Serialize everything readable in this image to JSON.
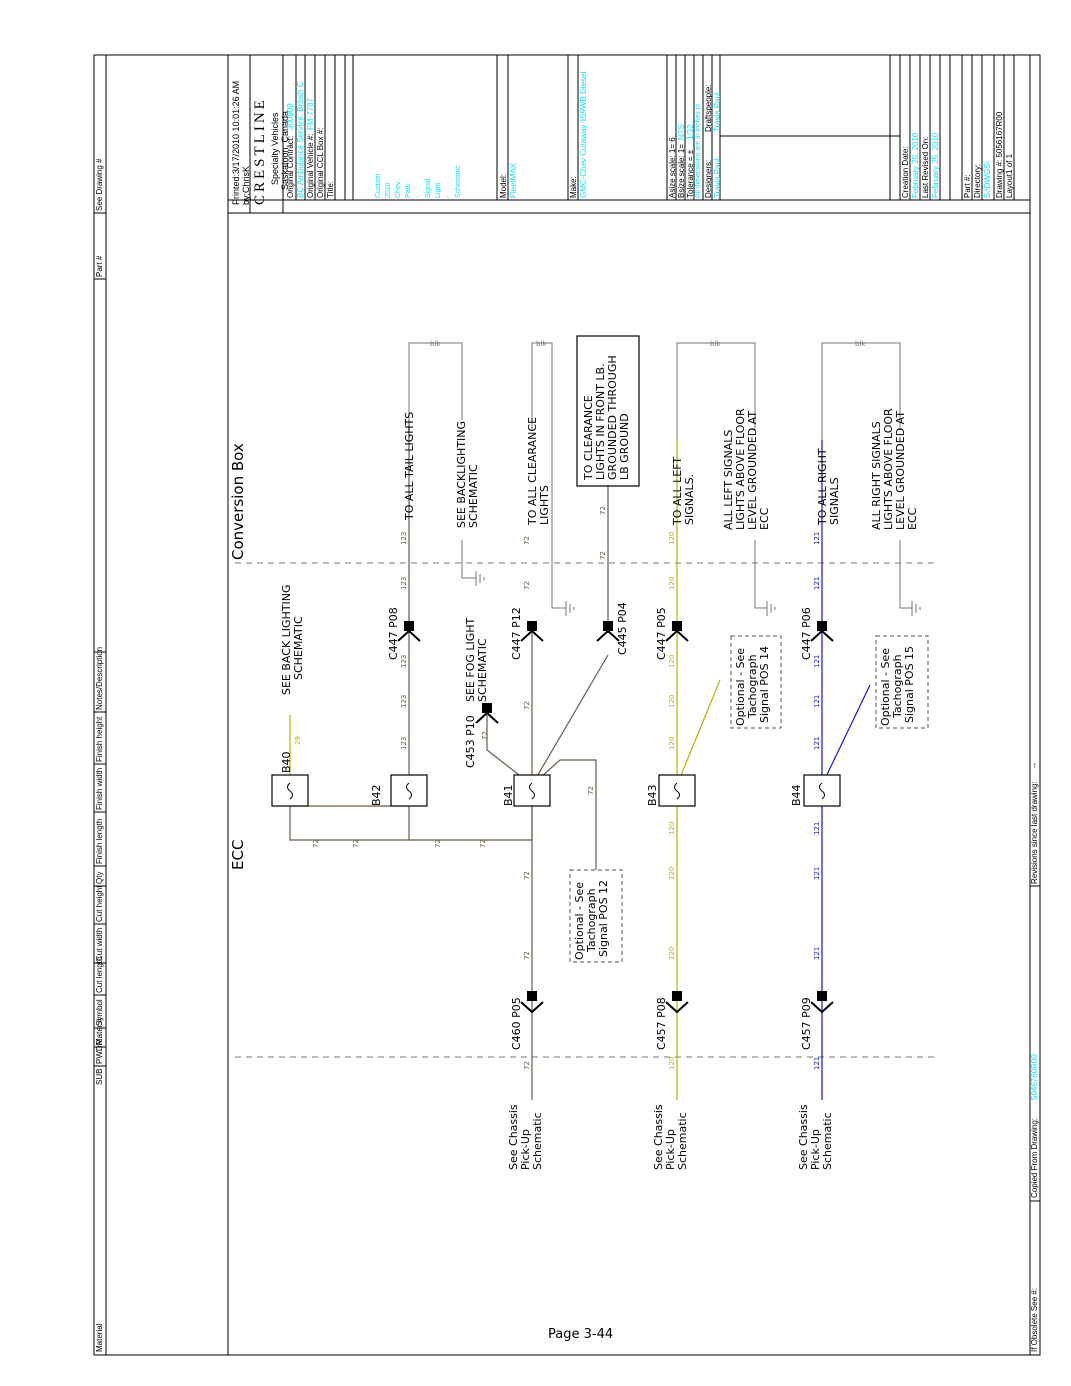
{
  "header": {
    "material": "Material",
    "sub": "SUB",
    "pwdr": "PWDR",
    "mater": "Mater.#",
    "symbol": "Symbol",
    "cut_length": "Cut length",
    "cut_width": "Cut width",
    "cut_height": "Cut height",
    "qty": "Qty",
    "finish_length": "Finish length",
    "finish_width": "Finish width",
    "finish_height": "Finish height",
    "notes": "Notes/Description",
    "part": "Part #",
    "see_drawing": "See Drawing #"
  },
  "footer": {
    "obsolete": "If Obsolete See #:",
    "copied_from": "Copied From Drawing:",
    "copied_value": "5046760R00",
    "revisions": "Revisions since last drawing:",
    "revisions_value": "--",
    "page": "Page 3-44"
  },
  "title_block": {
    "printed": "Printed:3/17/2010 10:01:26 AM",
    "by": "by:ChrisK",
    "logo": "CRESTLINE",
    "company_line1": "Specialty Vehicles",
    "company_line2": "Saskatoon, Canada",
    "original_contract_label": "Original Contract:",
    "original_contract_value": "300909",
    "contract_client": "BC Ambulance Service, British C",
    "original_vehicle_label": "Original Vehicle #:",
    "original_vehicle_value": "FM-7787",
    "original_ccl_label": "Original CCL Box #:",
    "title_label": "Title:",
    "title_lines": [
      "Custom",
      "2010",
      "Chev",
      "Park",
      "-",
      "Signal",
      "Light",
      "-",
      "Schematic"
    ],
    "model_label": "Model:",
    "model_value": "FleetMAX",
    "make_label": "Make:",
    "make_value": "GMC-Chev Cutaway 159WB Diesel",
    "asize_label": "Asize scale: 1= 6",
    "bsize_label": "Bsize scale: 1=",
    "bsize_value": "NTS",
    "tolerance_label": "Tolerance = ±",
    "tolerance_value": "1/32",
    "all_dims": "All dimensions are in inches to",
    "designers_label": "Designers:",
    "designers_value": "Travis Paul",
    "draftspeople_label": "Draftspeople:",
    "draftspeople_value": "Travis Paul",
    "creation_date_label": "Creation Date:",
    "creation_date_value": "February 25, 2010",
    "last_revised_label": "Last Revised On:",
    "last_revised_value": "February 25, 2010",
    "part_label": "Part #:",
    "directory_label": "Directory:",
    "directory_value": "S:\\DWGS\\",
    "drawing_label": "Drawing #: 5056167R00",
    "layout_label": "Layout1 of 1"
  },
  "schematic": {
    "section_ecc": "ECC",
    "section_conversion": "Conversion Box",
    "fuses": [
      {
        "id": "B40"
      },
      {
        "id": "B42"
      },
      {
        "id": "B41"
      },
      {
        "id": "B43"
      },
      {
        "id": "B44"
      }
    ],
    "connectors": [
      {
        "id": "c447-p08",
        "label": "C447 P08"
      },
      {
        "id": "c453-p10",
        "label": "C453 P10"
      },
      {
        "id": "c447-p12",
        "label": "C447 P12"
      },
      {
        "id": "c445-p04",
        "label": "C445 P04"
      },
      {
        "id": "c447-p05",
        "label": "C447 P05"
      },
      {
        "id": "c447-p06",
        "label": "C447 P06"
      },
      {
        "id": "c460-p05",
        "label": "C460 P05"
      },
      {
        "id": "c457-p08",
        "label": "C457 P08"
      },
      {
        "id": "c457-p09",
        "label": "C457 P09"
      }
    ],
    "notes": {
      "see_back_lighting": [
        "SEE BACK LIGHTING",
        "SCHEMATIC"
      ],
      "see_fog_light": [
        "SEE FOG LIGHT",
        "SCHEMATIC"
      ],
      "tail_lights": "TO ALL TAIL LIGHTS",
      "see_backlighting": [
        "SEE BACKLIGHTING",
        "SCHEMATIC"
      ],
      "clearance_lights": [
        "TO ALL CLEARANCE",
        "LIGHTS"
      ],
      "clearance_box": [
        "TO CLEARANCE",
        "LIGHTS IN FRONT LB.",
        "GROUNDED THROUGH",
        "LB GROUND"
      ],
      "left_signals": [
        "TO ALL LEFT",
        "SIGNALS."
      ],
      "left_ground": [
        "ALL LEFT SIGNALS",
        "LIGHTS ABOVE FLOOR",
        "LEVEL GROUNDED AT",
        "ECC"
      ],
      "right_signals": [
        "TO ALL RIGHT",
        "SIGNALS"
      ],
      "right_ground": [
        "ALL RIGHT SIGNALS",
        "LIGHTS ABOVE FLOOR",
        "LEVEL GROUNDED AT",
        "ECC"
      ],
      "tacho12": [
        "Optional - See",
        "Tachograph",
        "Signal POS 12"
      ],
      "tacho14": [
        "Optional - See",
        "Tachograph",
        "Signal POS 14"
      ],
      "tacho15": [
        "Optional - See",
        "Tachograph",
        "Signal POS 15"
      ],
      "chassis": [
        "See Chassis",
        "Pick-Up",
        "Schematic"
      ]
    },
    "wires": {
      "w29": "29",
      "w72": "72",
      "w123": "123",
      "w120": "120",
      "w121": "121",
      "blk": "blk"
    },
    "colors": {
      "brown": "#6b5a45",
      "yellow": "#b8b400",
      "blue": "#1515d0",
      "gray": "#777777",
      "cyan": "#00e5ff"
    }
  }
}
